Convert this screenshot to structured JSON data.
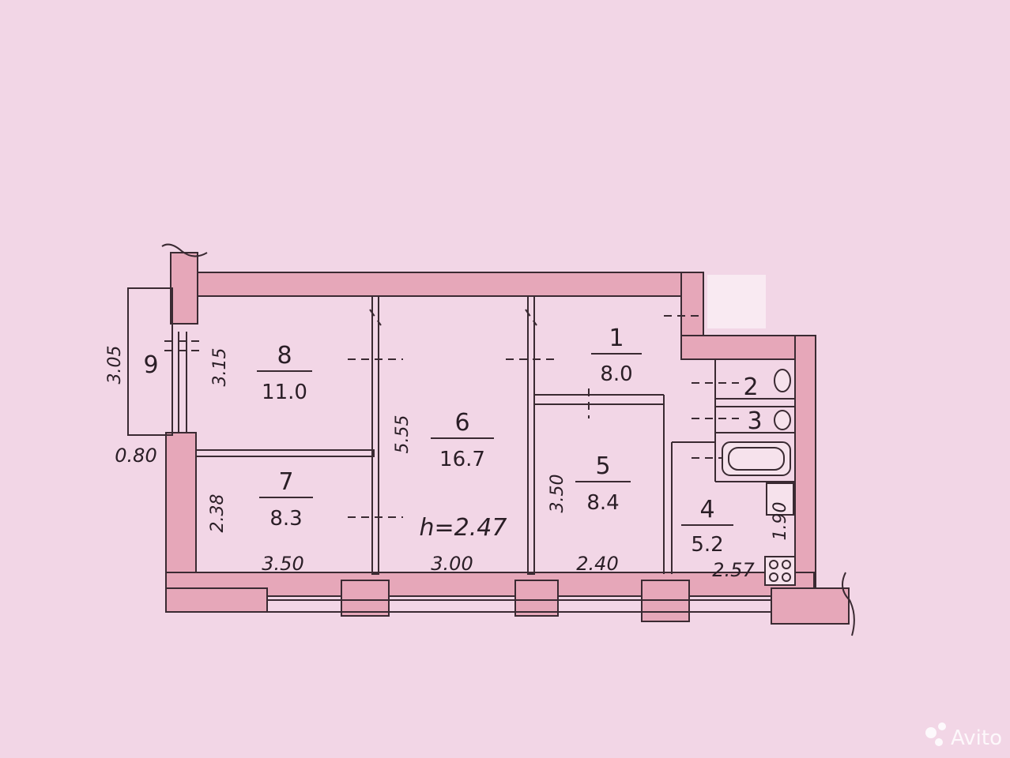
{
  "rooms": [
    {
      "id": "1",
      "num": "1",
      "area": "8.0"
    },
    {
      "id": "2",
      "num": "2"
    },
    {
      "id": "3",
      "num": "3"
    },
    {
      "id": "4",
      "num": "4",
      "area": "5.2"
    },
    {
      "id": "5",
      "num": "5",
      "area": "8.4"
    },
    {
      "id": "6",
      "num": "6",
      "area": "16.7"
    },
    {
      "id": "7",
      "num": "7",
      "area": "8.3"
    },
    {
      "id": "8",
      "num": "8",
      "area": "11.0"
    },
    {
      "id": "9",
      "num": "9"
    }
  ],
  "dimensions": {
    "balcony_length": "3.05",
    "balcony_width": "0.80",
    "room8_height": "3.15",
    "room6_length": "5.55",
    "room7_height": "2.38",
    "room7_width": "3.50",
    "room6_width": "3.00",
    "room5_height": "3.50",
    "room5_width": "2.40",
    "room4_width": "2.57",
    "room4_height": "1.90",
    "ceiling_height": "h=2.47"
  },
  "watermark": "Avito"
}
